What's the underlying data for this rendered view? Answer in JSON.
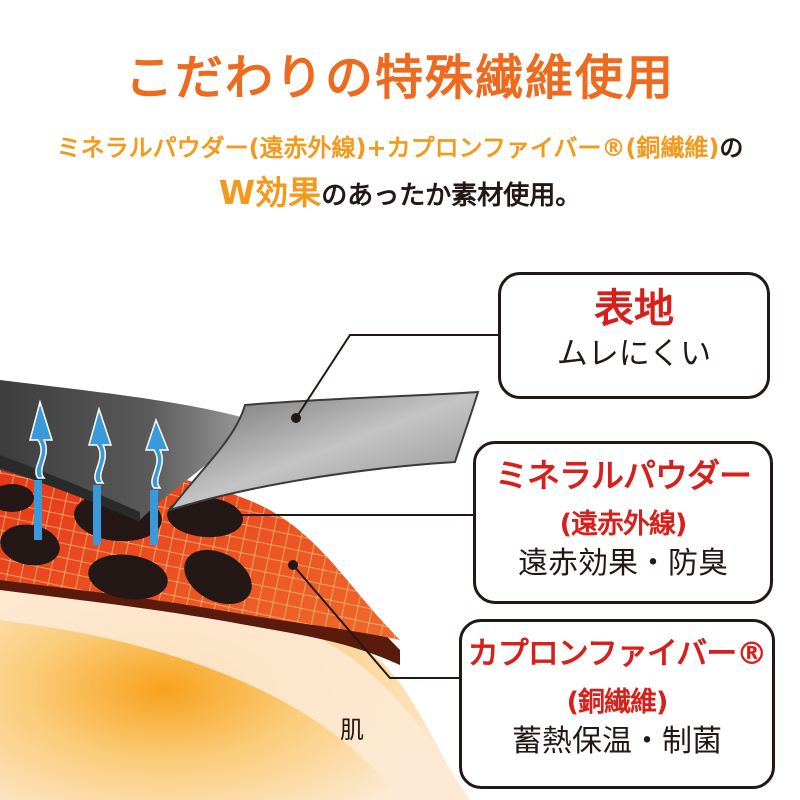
{
  "title": "こだわりの特殊繊維使用",
  "subtitle": {
    "line1_part1": "ミネラルパウダー(遠赤外線)+カプロンファイバー®(銅繊維)",
    "line1_part2": "の",
    "line2_part1": "W効果",
    "line2_part2": "のあったか素材使用。"
  },
  "layers": {
    "surface": {
      "heading": "表地",
      "description": "ムレにくい"
    },
    "mineral": {
      "heading": "ミネラルパウダー",
      "subheading": "(遠赤外線)",
      "description": "遠赤効果・防臭"
    },
    "capron": {
      "heading": "カプロンファイバー®",
      "subheading": "(銅繊維)",
      "description": "蓄熱保温・制菌"
    }
  },
  "skin_label": "肌",
  "colors": {
    "title_orange": "#ee6a1e",
    "accent_orange": "#f39a1c",
    "heading_red": "#d7201b",
    "text_dark": "#231815",
    "mesh_red": "#e83a17",
    "arrow_blue": "#3a9ad9"
  },
  "icons": [
    "up-arrow-icon",
    "up-arrow-icon",
    "up-arrow-icon"
  ]
}
